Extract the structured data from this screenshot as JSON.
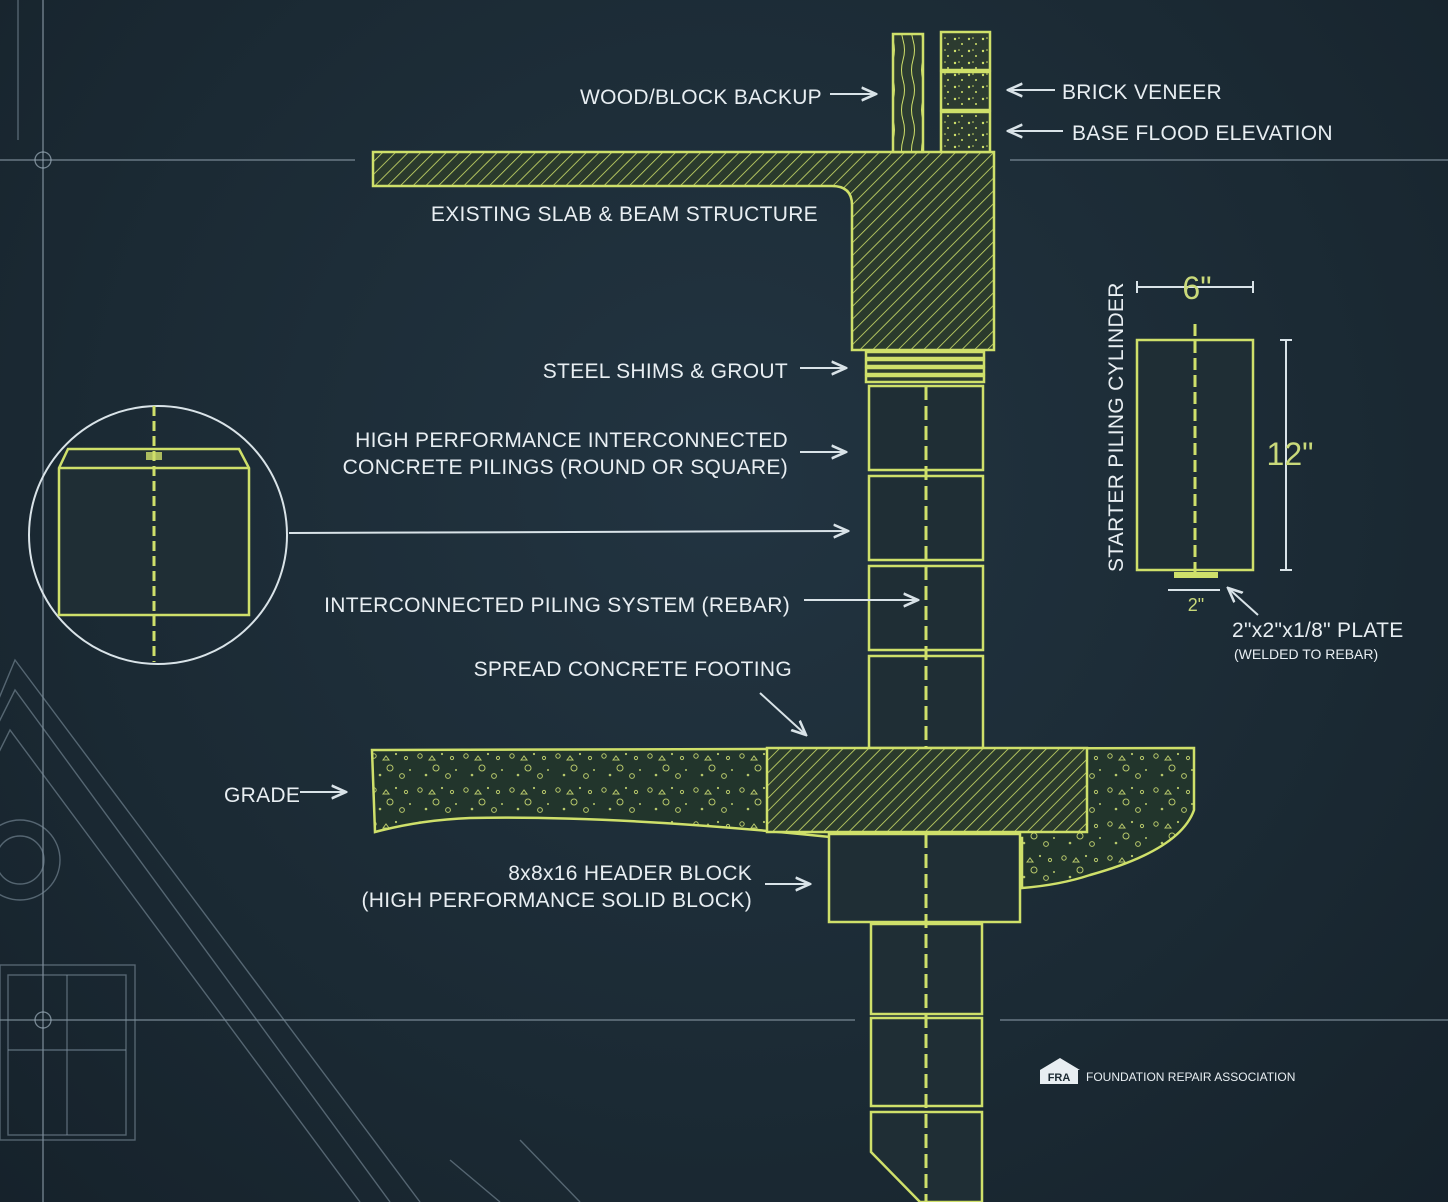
{
  "labels": {
    "wood_block_backup": "WOOD/BLOCK BACKUP",
    "brick_veneer": "BRICK VENEER",
    "base_flood_elevation": "BASE FLOOD ELEVATION",
    "existing_slab": "EXISTING SLAB & BEAM STRUCTURE",
    "steel_shims": "STEEL SHIMS & GROUT",
    "pilings_line1": "HIGH PERFORMANCE INTERCONNECTED",
    "pilings_line2": "CONCRETE PILINGS (ROUND OR SQUARE)",
    "piling_system": "INTERCONNECTED PILING SYSTEM (REBAR)",
    "spread_footing": "SPREAD CONCRETE FOOTING",
    "grade": "GRADE",
    "header_line1": "8x8x16 HEADER BLOCK",
    "header_line2": "(HIGH PERFORMANCE SOLID BLOCK)"
  },
  "starter_detail": {
    "title": "STARTER PILING CYLINDER",
    "width_dim": "6\"",
    "height_dim": "12\"",
    "plate_dim": "2\"",
    "plate_line1": "2\"x2\"x1/8\" PLATE",
    "plate_line2": "(WELDED TO REBAR)"
  },
  "brand": {
    "logo_text": "FRA",
    "name": "FOUNDATION REPAIR ASSOCIATION"
  },
  "colors": {
    "background": "#1c2a33",
    "drawing": "#cfe06a",
    "text": "#e8eef2",
    "linework": "#d9e3e8"
  }
}
